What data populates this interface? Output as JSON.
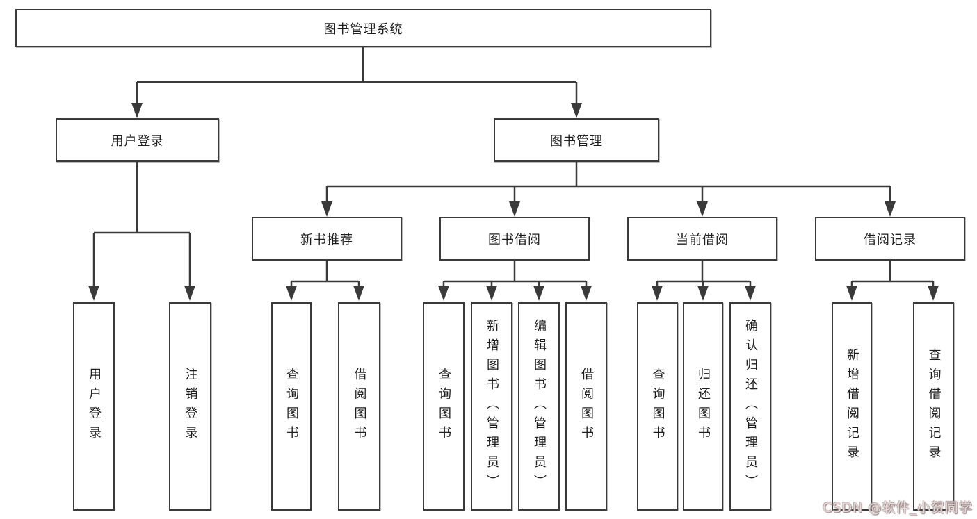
{
  "tree": {
    "root": "图书管理系统",
    "children": [
      {
        "label": "用户登录",
        "children": [
          {
            "label": "用户登录"
          },
          {
            "label": "注销登录"
          }
        ]
      },
      {
        "label": "图书管理",
        "children": [
          {
            "label": "新书推荐",
            "children": [
              {
                "label": "查询图书"
              },
              {
                "label": "借阅图书"
              }
            ]
          },
          {
            "label": "图书借阅",
            "children": [
              {
                "label": "查询图书"
              },
              {
                "label": "新增图书（管理员）"
              },
              {
                "label": "编辑图书（管理员）"
              },
              {
                "label": "借阅图书"
              }
            ]
          },
          {
            "label": "当前借阅",
            "children": [
              {
                "label": "查询图书"
              },
              {
                "label": "归还图书"
              },
              {
                "label": "确认归还（管理员）"
              }
            ]
          },
          {
            "label": "借阅记录",
            "children": [
              {
                "label": "新增借阅记录"
              },
              {
                "label": "查询借阅记录"
              }
            ]
          }
        ]
      }
    ]
  },
  "watermark": "CSDN @软件_小贺同学",
  "colors": {
    "line": "#3a3a3a",
    "box_border": "#3a3a3a",
    "background": "#ffffff",
    "text": "#1e1e1e",
    "watermark": "#e6d8d8"
  }
}
